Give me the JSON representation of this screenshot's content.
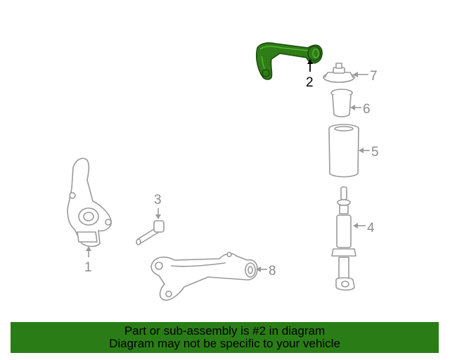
{
  "callouts": {
    "part1": "1",
    "part2": "2",
    "part3": "3",
    "part4": "4",
    "part5": "5",
    "part6": "6",
    "part7": "7",
    "part8": "8"
  },
  "banner": {
    "line1": "Part or sub-assembly is #2 in diagram",
    "line2": "Diagram may not be specific to your vehicle"
  },
  "colors": {
    "highlight": "#2e7d16",
    "banner": "#2a7d16",
    "parts_outline": "#9a9a9a"
  }
}
